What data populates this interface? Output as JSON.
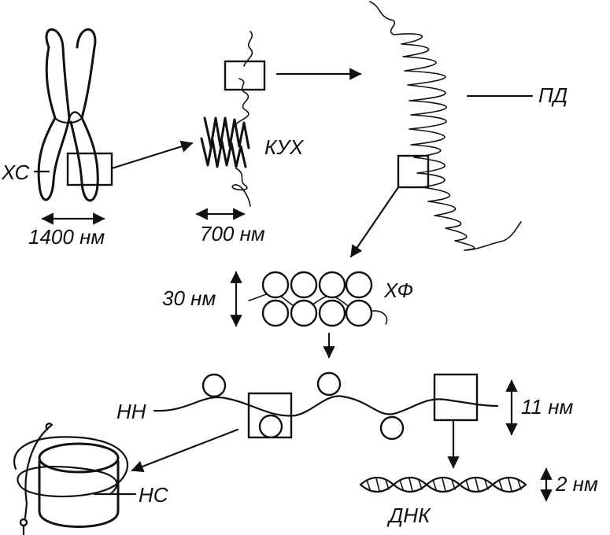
{
  "labels": {
    "chromosome": "ХС",
    "chromosome_width": "1400 нм",
    "condensed_section": "КУХ",
    "condensed_width": "700 нм",
    "loop_domains": "ПД",
    "fibril_height": "30 нм",
    "fibril": "ХФ",
    "nucleosome_thread": "НН",
    "thread_height": "11 нм",
    "nucleosome": "НС",
    "dna": "ДНК",
    "dna_height": "2 нм"
  }
}
